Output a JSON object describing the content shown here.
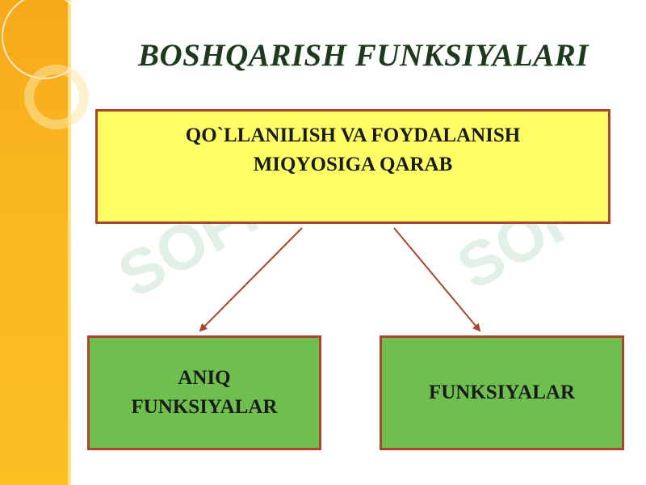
{
  "title": "BOSHQARISH FUNKSIYALARI",
  "top_box": {
    "line1": "QO`LLANILISH VA FOYDALANISH",
    "line2": "MIQYOSIGA QARAB"
  },
  "left_box": {
    "line1": "ANIQ",
    "line2": "FUNKSIYALAR"
  },
  "right_box": {
    "text": "FUNKSIYALAR"
  },
  "watermark": "SOFF",
  "colors": {
    "sidebar": "#f9b81f",
    "title": "#1d3a1d",
    "top_box_fill": "#ffff66",
    "bottom_box_fill": "#6fbf4f",
    "border": "#a8462e",
    "arrow": "#a8462e"
  }
}
